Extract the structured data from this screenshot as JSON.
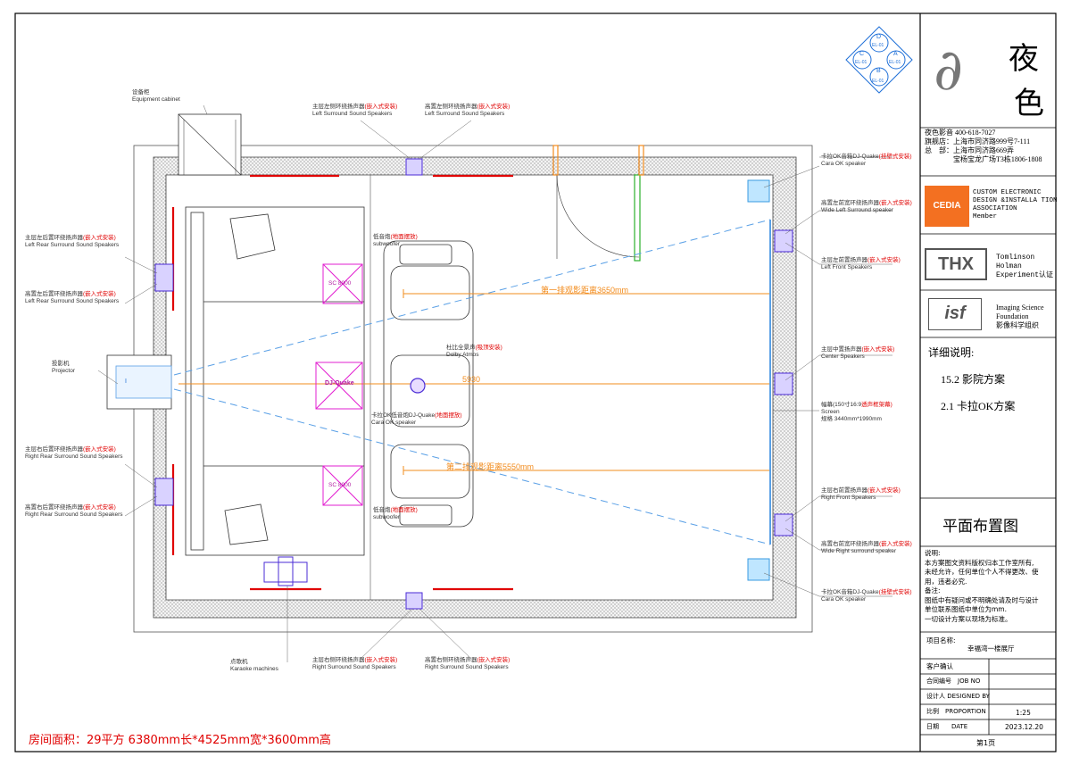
{
  "title_block": {
    "logo_chars": [
      "夜",
      "色"
    ],
    "company_lines": [
      "夜色影音 400-618-7027",
      "旗舰店：上海市同济路999号7-111",
      "总　部：上海市同济路669弄",
      "宝杨宝龙广场T3栋1806-1808"
    ],
    "cedia": {
      "logo": "CEDIA",
      "text": [
        "CUSTOM ELECTRONIC",
        "DESIGN &INSTALLA TION",
        "ASSOCIATION",
        "Member"
      ]
    },
    "thx": {
      "logo": "THX",
      "text": [
        "Tomlinson",
        "Holman",
        "Experiment认证"
      ]
    },
    "isf": {
      "logo": "isf",
      "text": [
        "Imaging Science",
        "Foundation",
        "影像科学组织"
      ]
    },
    "details_heading": "详细说明:",
    "details": [
      "15.2 影院方案",
      "2.1 卡拉OK方案"
    ],
    "plan_title": "平面布置图",
    "notes": [
      "说明:",
      "本方案图文资料版权归本工作室所有,",
      "未经允许，任何单位个人不得更改、使",
      "用，违者必究.",
      "备注:",
      "图纸中有疑问或不明确处请及时与设计",
      "单位联系图纸中单位为mm.",
      "一切设计方案以现场为标准。"
    ],
    "project_label": "项目名称:",
    "project_value": "幸福湾一楼展厅",
    "client_label": "客户确认",
    "job_label": "合同编号　JOB NO",
    "designer_label": "设计人 DESIGNED BY",
    "scale_label": "比例　PROPORTION",
    "scale_value": "1:25",
    "date_label": "日期　　DATE",
    "date_value": "2023.12.20",
    "page": "第1页"
  },
  "compass": {
    "labels": [
      "D",
      "C",
      "A",
      "B"
    ],
    "tags": [
      "EL-01",
      "EL-01",
      "EL-01",
      "EL-01"
    ]
  },
  "labels": {
    "equipment": [
      "设备柜",
      "Equipment cabinet"
    ],
    "lsurround": [
      "主层左侧环绕扬声器",
      "(嵌入式安装)",
      "Left Surround Sound Speakers"
    ],
    "hlsurround": [
      "高置左侧环绕扬声器",
      "(嵌入式安装)",
      "Left Surround Sound Speakers"
    ],
    "lrear": [
      "主层左后置环绕扬声器",
      "(嵌入式安装)",
      "Left Rear Surround Sound Speakers"
    ],
    "hlrear": [
      "高置左后置环绕扬声器",
      "(嵌入式安装)",
      "Left Rear Surround Sound Speakers"
    ],
    "projector": [
      "投影机",
      "Projector"
    ],
    "rrear": [
      "主层右后置环绕扬声器",
      "(嵌入式安装)",
      "Right Rear Surround Sound Speakers"
    ],
    "hrrear": [
      "高置右后置环绕扬声器",
      "(嵌入式安装)",
      "Right Rear Surround Sound Speakers"
    ],
    "karaoke": [
      "点歌机",
      "Karaoke machines"
    ],
    "rsurround": [
      "主层右侧环绕扬声器",
      "(嵌入式安装)",
      "Right Surround Sound Speakers"
    ],
    "hrsurround": [
      "高置右侧环绕扬声器",
      "(嵌入式安装)",
      "Right Surround Sound Speakers"
    ],
    "caraok_top": [
      "卡拉OK音箱DJ-Quake",
      "(挂壁式安装)",
      "Cara OK speaker"
    ],
    "wide_left": [
      "高置左前宽环绕扬声器",
      "(嵌入式安装)",
      "Wide Left Surround speaker"
    ],
    "left_front": [
      "主层左前置扬声器",
      "(嵌入式安装)",
      "Left Front Speakers"
    ],
    "center": [
      "主层中置扬声器",
      "(嵌入式安装)",
      "Center Speakers"
    ],
    "screen": [
      "幅幕(150寸16:9",
      "透声框架幕)",
      "Screen",
      "规格 3440mm*1990mm"
    ],
    "right_front": [
      "主层右前置扬声器",
      "(嵌入式安装)",
      "Right Front Speakers"
    ],
    "wide_right": [
      "高置右前宽环绕扬声器",
      "(嵌入式安装)",
      "Wide Right surround speaker"
    ],
    "caraok_bottom": [
      "卡拉OK音箱DJ-Quake",
      "(挂壁式安装)",
      "Cara OK speaker"
    ],
    "sub_top": [
      "低音炮",
      "(地面摆放)",
      "subwoofer"
    ],
    "sub_bottom": [
      "低音炮",
      "(地面摆放)",
      "subwoofer"
    ],
    "atmos": [
      "杜比全景声",
      "(吸顶安装)",
      "Dolby Atmos"
    ],
    "caraok_center": [
      "卡拉OK低音炮DJ-Quake",
      "(地面摆放)",
      "Cara OK speaker"
    ],
    "sc_top": "SC 8000",
    "sc_bottom": "SC 8000",
    "djquake": "DJ-Quake",
    "projector_mark": "I"
  },
  "dimensions": {
    "first_row": "第一排观影距离3650mm",
    "overall": "5930",
    "second_row": "第二排观影距离5550mm"
  },
  "room_area": "房间面积：29平方   6380mm长*4525mm宽*3600mm高",
  "colors": {
    "wall_hatch": "#888888",
    "speaker": "#4a2bd6",
    "accent_red": "#e00000",
    "dim_orange": "#f28c1e",
    "beam_blue": "#5aa0e6",
    "subwoofer_magenta": "#e21fd0"
  }
}
